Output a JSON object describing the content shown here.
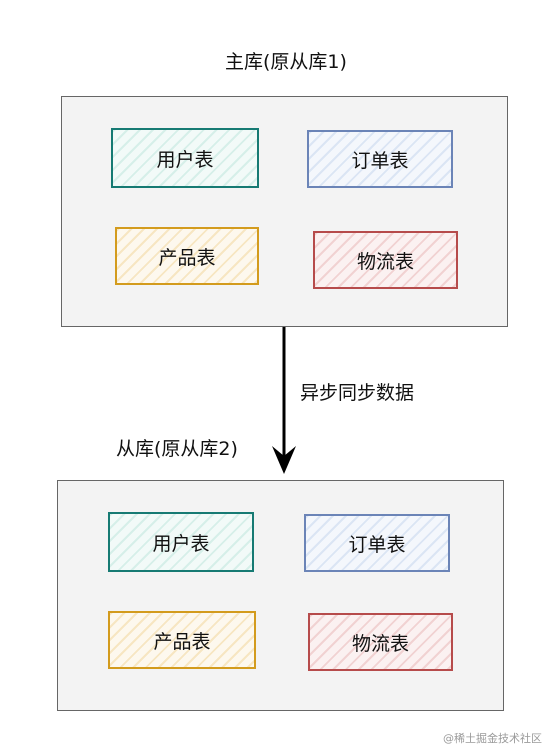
{
  "top": {
    "title": "主库(原从库1)",
    "tables": {
      "user": "用户表",
      "order": "订单表",
      "product": "产品表",
      "logistics": "物流表"
    }
  },
  "arrow": {
    "label": "异步同步数据"
  },
  "bottom": {
    "title": "从库(原从库2)",
    "tables": {
      "user": "用户表",
      "order": "订单表",
      "product": "产品表",
      "logistics": "物流表"
    }
  },
  "watermark": "@稀土掘金技术社区",
  "colors": {
    "user_border": "#167a73",
    "order_border": "#6b84b7",
    "product_border": "#d39b1d",
    "logistics_border": "#b64b4b",
    "panel_bg": "#f3f3f3"
  }
}
